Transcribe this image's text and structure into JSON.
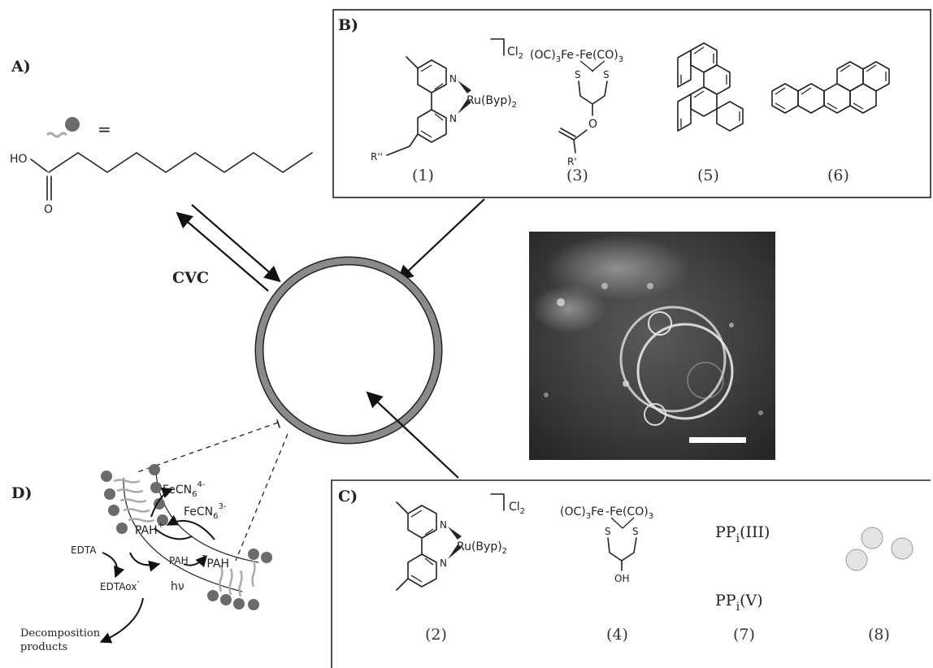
{
  "panels": {
    "a": {
      "label": "A)",
      "equals": "=",
      "ho": "HO",
      "o": "O"
    },
    "b": {
      "label": "B)",
      "cl2": "Cl",
      "cl2_sub": "2",
      "ru": "Ru(Byp)",
      "ru_sub": "2",
      "n": "N",
      "r2": "R''",
      "r1": "R'",
      "fe_left": "(OC)",
      "fe_left_sub": "3",
      "fe_mid": "Fe",
      "fe_right": "Fe(CO)",
      "fe_right_sub": "3",
      "s": "S",
      "o": "O"
    },
    "c": {
      "label": "C)",
      "oh": "OH",
      "pp3": "PP",
      "pp3_sub": "i",
      "pp3_tail": "(III)",
      "pp5": "PP",
      "pp5_sub": "i",
      "pp5_tail": "(V)"
    },
    "d": {
      "label": "D)",
      "fecn_a": "FeCN",
      "fecn_a_sub": "6",
      "fecn_a_sup": "4-",
      "fecn_b": "FeCN",
      "fecn_b_sub": "6",
      "fecn_b_sup": "3-",
      "pah_cation": "PAH",
      "pah_cation_sup": "+·",
      "pah": "PAH",
      "pah_excited_sup": "1",
      "pah_excited": "PAH",
      "edta": "EDTA",
      "edta_ox": "EDTAox",
      "edta_ox_sup": "·",
      "hv": "hν",
      "decomp_1": "Decomposition",
      "decomp_2": "products"
    }
  },
  "cvc": "CVC",
  "compounds": {
    "c1": "(1)",
    "c2": "(2)",
    "c3": "(3)",
    "c4": "(4)",
    "c5": "(5)",
    "c6": "(6)",
    "c7": "(7)",
    "c8": "(8)"
  },
  "colors": {
    "membrane": "#8a8a8a",
    "bead": "#6b6b6b",
    "vesicle_bead": "#e3e3e3",
    "micrograph_bg": "#3a3a3a"
  }
}
